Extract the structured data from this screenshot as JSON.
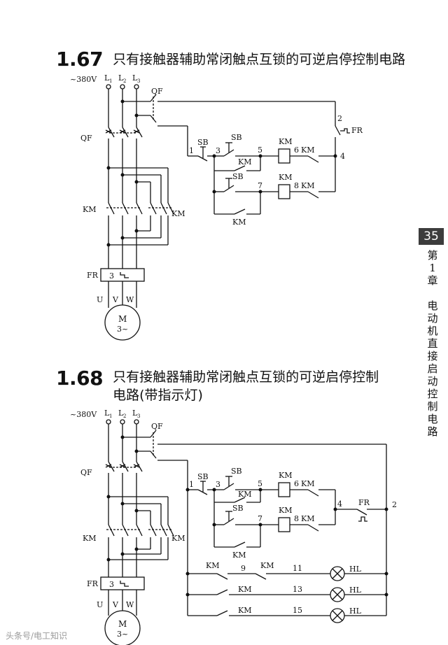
{
  "section1": {
    "number": "1.67",
    "title": "只有接触器辅助常闭触点互锁的可逆启停控制电路"
  },
  "section2": {
    "number": "1.68",
    "title_line1": "只有接触器辅助常闭触点互锁的可逆启停控制",
    "title_line2": "电路(带指示灯)"
  },
  "page_number": "35",
  "chapter_label": "第1章",
  "chapter_title": "电动机直接启动控制电路",
  "watermark": "头条号/电工知识",
  "diagram1": {
    "supply": "~380V",
    "l1": "L",
    "l2": "L",
    "l3": "L",
    "qf2": "QF",
    "qf1": "QF",
    "km1": "KM",
    "km2": "KM",
    "fr": "FR",
    "fr_poles": "3",
    "u1": "U",
    "v1": "V",
    "w1": "W",
    "motor": "M",
    "motor_sub": "3~",
    "sb1": "SB",
    "sb2": "SB",
    "sb3": "SB",
    "n1": "1",
    "n2": "2",
    "n3": "3",
    "n4": "4",
    "n5": "5",
    "n6": "6",
    "n7": "7",
    "n8": "8",
    "coil_km1": "KM",
    "coil_km2": "KM",
    "il_km2": "KM",
    "il_km1": "KM",
    "hold_km1": "KM",
    "hold_km2": "KM",
    "fr_contact": "FR",
    "sub1": "1",
    "sub2": "2",
    "sub3": "3"
  },
  "diagram2": {
    "supply": "~380V",
    "l1": "L",
    "l2": "L",
    "l3": "L",
    "qf2": "QF",
    "qf1": "QF",
    "km1": "KM",
    "km2": "KM",
    "fr": "FR",
    "fr_poles": "3",
    "u1": "U",
    "v1": "V",
    "w1": "W",
    "motor": "M",
    "motor_sub": "3~",
    "sb1": "SB",
    "sb2": "SB",
    "sb3": "SB",
    "n1": "1",
    "n2": "2",
    "n3": "3",
    "n4": "4",
    "n5": "5",
    "n6": "6",
    "n7": "7",
    "n8": "8",
    "n9": "9",
    "n11": "11",
    "n13": "13",
    "n15": "15",
    "coil_km1": "KM",
    "coil_km2": "KM",
    "il_km2": "KM",
    "il_km1": "KM",
    "hold_km1": "KM",
    "hold_km2": "KM",
    "fr_contact": "FR",
    "lamp_km1a": "KM",
    "lamp_km2a": "KM",
    "lamp_km1b": "KM",
    "lamp_km2b": "KM",
    "hl": "HL",
    "sub1": "1",
    "sub2": "2",
    "sub3": "3"
  }
}
